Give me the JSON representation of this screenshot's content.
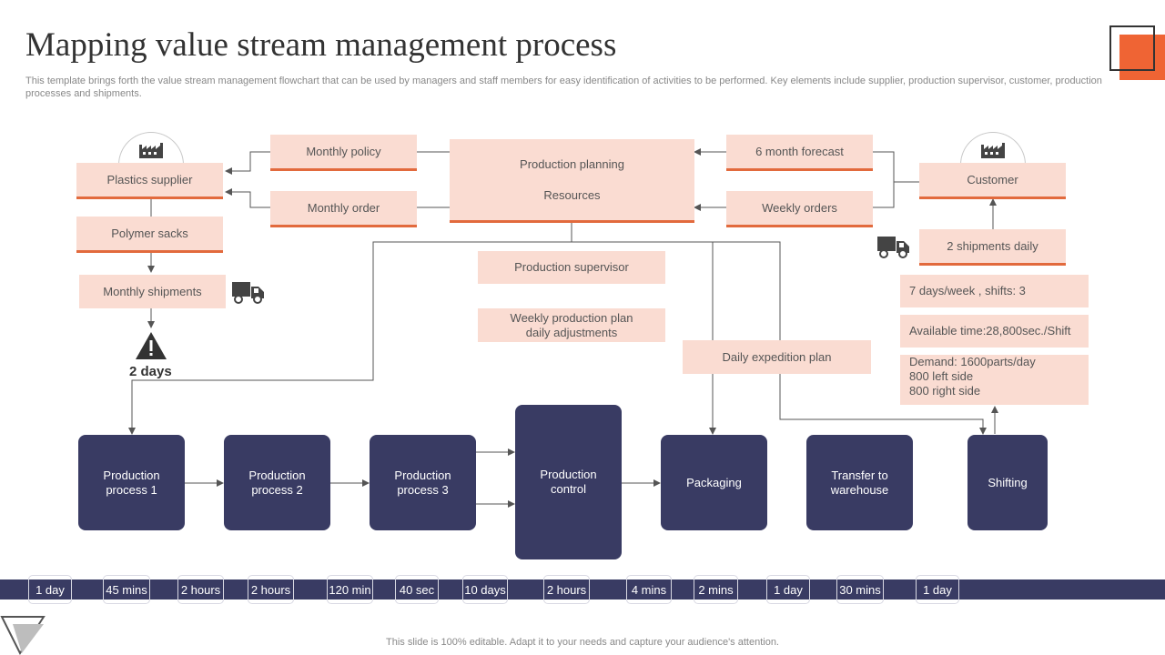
{
  "title": "Mapping value stream management process",
  "subtitle": "This template brings forth the value stream management flowchart that can be used by managers and staff members for easy identification of activities to be performed. Key elements include supplier, production supervisor, customer, production processes and shipments.",
  "top_boxes": {
    "plastics_supplier": "Plastics supplier",
    "polymer_sacks": "Polymer sacks",
    "monthly_shipments": "Monthly shipments",
    "monthly_policy": "Monthly policy",
    "monthly_order": "Monthly order",
    "production_planning": "Production planning",
    "resources": "Resources",
    "six_month_forecast": "6 month forecast",
    "weekly_orders": "Weekly orders",
    "customer": "Customer",
    "two_shipments_daily": "2 shipments daily",
    "production_supervisor": "Production supervisor",
    "weekly_plan_line1": "Weekly production  plan",
    "weekly_plan_line2": "daily adjustments",
    "daily_expedition_plan": "Daily expedition plan"
  },
  "info_boxes": {
    "days_week": "7 days/week , shifts: 3",
    "available_time": "Available time:28,800sec./Shift",
    "demand_line1": "Demand:  1600parts/day",
    "demand_line2": "800 left side",
    "demand_line3": "800 right side"
  },
  "warning_label": "2 days",
  "processes": {
    "p1_line1": "Production",
    "p1_line2": "process 1",
    "p2_line1": "Production",
    "p2_line2": "process 2",
    "p3_line1": "Production",
    "p3_line2": "process 3",
    "pc_line1": "Production",
    "pc_line2": "control",
    "packaging": "Packaging",
    "tw_line1": "Transfer to",
    "tw_line2": "warehouse",
    "shifting": "Shifting"
  },
  "timeline": [
    "1 day",
    "45 mins",
    "2 hours",
    "2 hours",
    "120 min",
    "40 sec",
    "10 days",
    "2 hours",
    "4 mins",
    "2 mins",
    "1 day",
    "30 mins",
    "1 day"
  ],
  "footer": "This slide is 100% editable. Adapt it to your needs and capture your audience's attention.",
  "colors": {
    "accent": "#ef6434",
    "box_fill": "#fadcd2",
    "box_underline": "#e26a3d",
    "process_navy": "#393b63",
    "line": "#555555"
  },
  "icons": [
    "factory-icon",
    "truck-icon",
    "warning-icon",
    "triangle-logo-icon"
  ]
}
